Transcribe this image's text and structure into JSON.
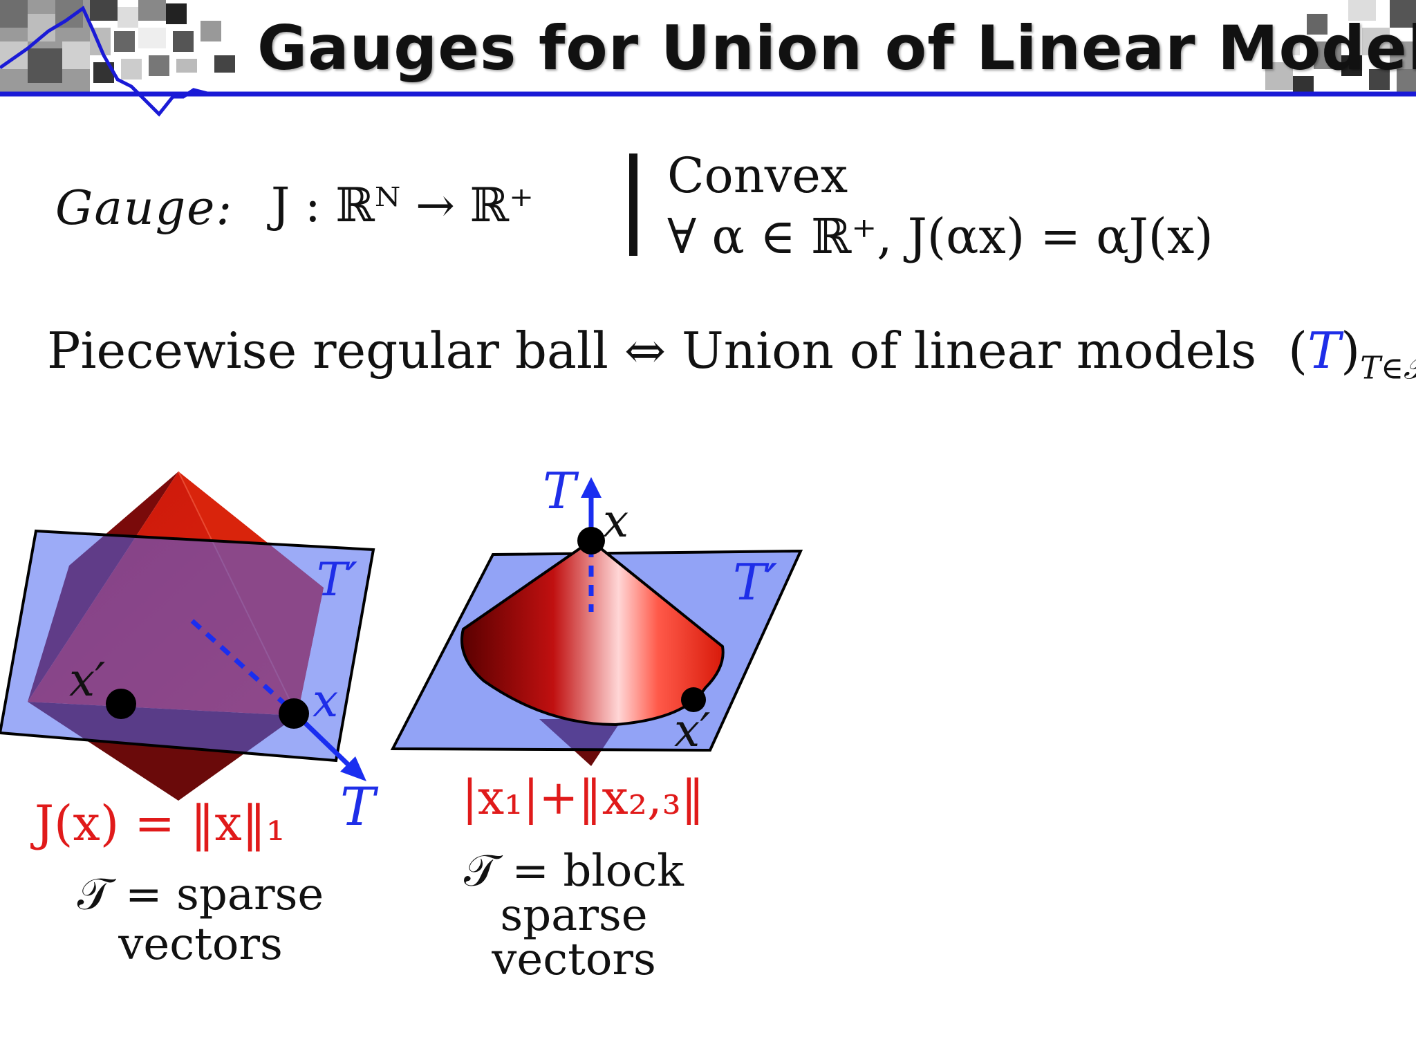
{
  "slide": {
    "title": "Gauges for Union of Linear Models"
  },
  "gauge": {
    "label": "Gauge:",
    "definition": "J : ℝᴺ → ℝ⁺",
    "cond1": "Convex",
    "cond2": "∀ α ∈ ℝ⁺,  J(αx) = αJ(x)"
  },
  "statement": {
    "left": "Piecewise regular ball",
    "arrow": "⇔",
    "right": "Union of linear models",
    "family_open": "(",
    "family_T": "T",
    "family_close": ")",
    "family_sub": "T∈𝒯"
  },
  "figure_left": {
    "label_x_prime": "x′",
    "label_x": "x",
    "label_T_prime": "T′",
    "label_T": "T",
    "norm_formula": "J(x) = ‖x‖₁",
    "caption_line1": "𝒯 = sparse",
    "caption_line2": "vectors"
  },
  "figure_right": {
    "label_T": "T",
    "label_x": "x",
    "label_T_prime": "T′",
    "label_x_prime": "x′",
    "norm_formula": "|x₁|+‖x₂,₃‖",
    "caption_line1": "𝒯 = block",
    "caption_line2": "sparse",
    "caption_line3": "vectors"
  },
  "colors": {
    "title_line": "#1a1ad6",
    "plane": "#7f96f2",
    "solid": "#d41a0a",
    "label_blue": "#1e2ee8",
    "label_red": "#e01a1a"
  }
}
